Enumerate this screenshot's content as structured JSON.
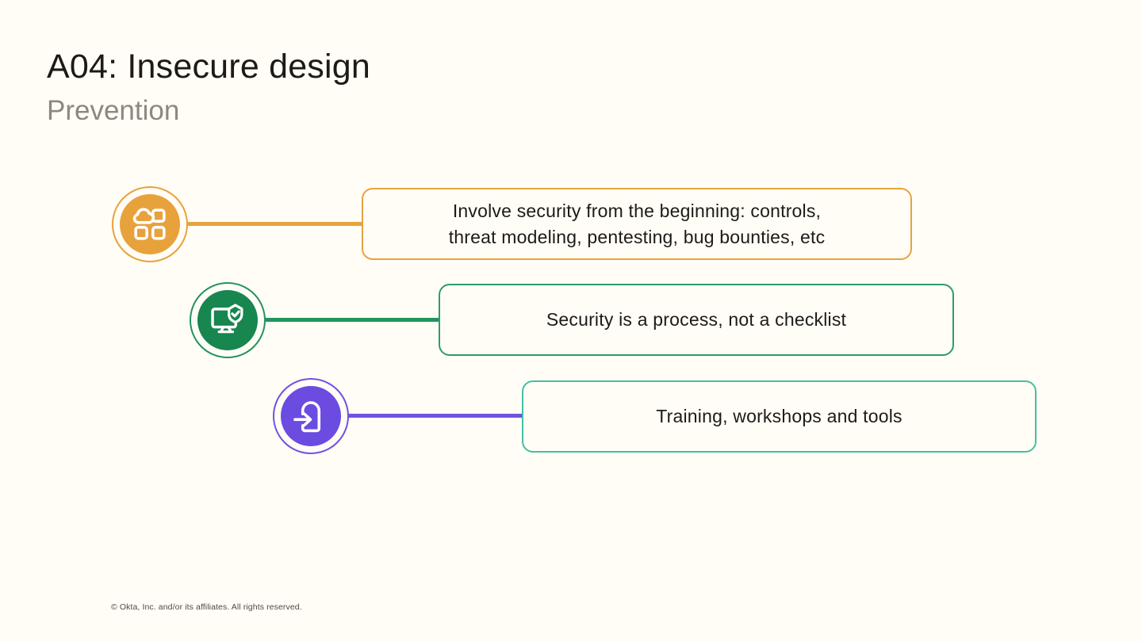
{
  "header": {
    "title": "A04: Insecure design",
    "subtitle": "Prevention"
  },
  "rows": [
    {
      "icon": "cloud-apps-icon",
      "ring_color": "#E8A23C",
      "fill_color": "#E8A23C",
      "border_color": "#E8A33D",
      "text": "Involve security from the beginning: controls,\nthreat modeling, pentesting, bug bounties, etc"
    },
    {
      "icon": "monitor-shield-check-icon",
      "ring_color": "#23945B",
      "fill_color": "#17864F",
      "border_color": "#2E9E63",
      "text": "Security is a process, not a checklist"
    },
    {
      "icon": "login-arrow-icon",
      "ring_color": "#7251E2",
      "fill_color": "#6C4BE1",
      "border_color": "#45BFA6",
      "text": "Training, workshops and tools"
    }
  ],
  "footer": {
    "copyright": "© Okta, Inc. and/or its affiliates. All rights reserved."
  },
  "colors": {
    "background": "#FFFDF6",
    "title": "#1E1B16",
    "subtitle": "#8C8880",
    "body_text": "#1E1B16"
  }
}
